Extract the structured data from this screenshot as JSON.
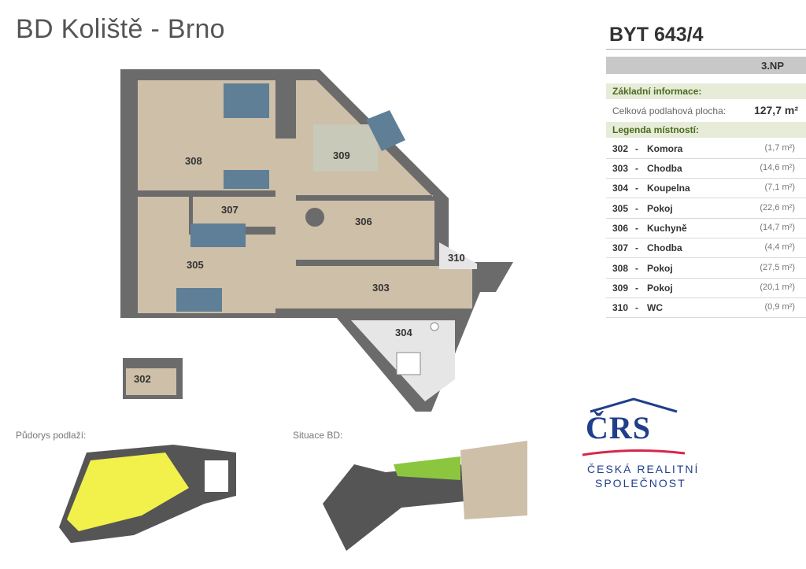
{
  "header": {
    "project_title": "BD Koliště - Brno",
    "unit_title": "BYT 643/4",
    "floor": "3.NP"
  },
  "info": {
    "basic_header": "Základní informace:",
    "area_label": "Celková podlahová plocha:",
    "area_value": "127,7 m²",
    "legend_header": "Legenda místností:"
  },
  "rooms": [
    {
      "code": "302",
      "dash": "-",
      "name": "Komora",
      "size": "(1,7 m²)"
    },
    {
      "code": "303",
      "dash": "-",
      "name": "Chodba",
      "size": "(14,6 m²)"
    },
    {
      "code": "304",
      "dash": "-",
      "name": "Koupelna",
      "size": "(7,1 m²)"
    },
    {
      "code": "305",
      "dash": "-",
      "name": "Pokoj",
      "size": "(22,6 m²)"
    },
    {
      "code": "306",
      "dash": "-",
      "name": "Kuchyně",
      "size": "(14,7 m²)"
    },
    {
      "code": "307",
      "dash": "-",
      "name": "Chodba",
      "size": "(4,4 m²)"
    },
    {
      "code": "308",
      "dash": "-",
      "name": "Pokoj",
      "size": "(27,5 m²)"
    },
    {
      "code": "309",
      "dash": "-",
      "name": "Pokoj",
      "size": "(20,1 m²)"
    },
    {
      "code": "310",
      "dash": "-",
      "name": "WC",
      "size": "(0,9 m²)"
    }
  ],
  "plan_labels": {
    "r308": "308",
    "r309": "309",
    "r307": "307",
    "r306": "306",
    "r305": "305",
    "r310": "310",
    "r303": "303",
    "r304": "304",
    "r302": "302"
  },
  "bottom": {
    "floorplan_label": "Půdorys podlaží:",
    "site_label": "Situace BD:"
  },
  "logo": {
    "mark": "ČRS",
    "line1": "ČESKÁ REALITNÍ",
    "line2": "SPOLEČNOST",
    "colors": {
      "blue": "#1f3f8a",
      "red": "#d8264a"
    }
  },
  "colors": {
    "wall": "#6b6b6b",
    "floor_wood": "#cdbfa8",
    "floor_tile": "#e6e6e6",
    "accent_green": "#4a6b1e",
    "highlight_yellow": "#f2f04a"
  }
}
